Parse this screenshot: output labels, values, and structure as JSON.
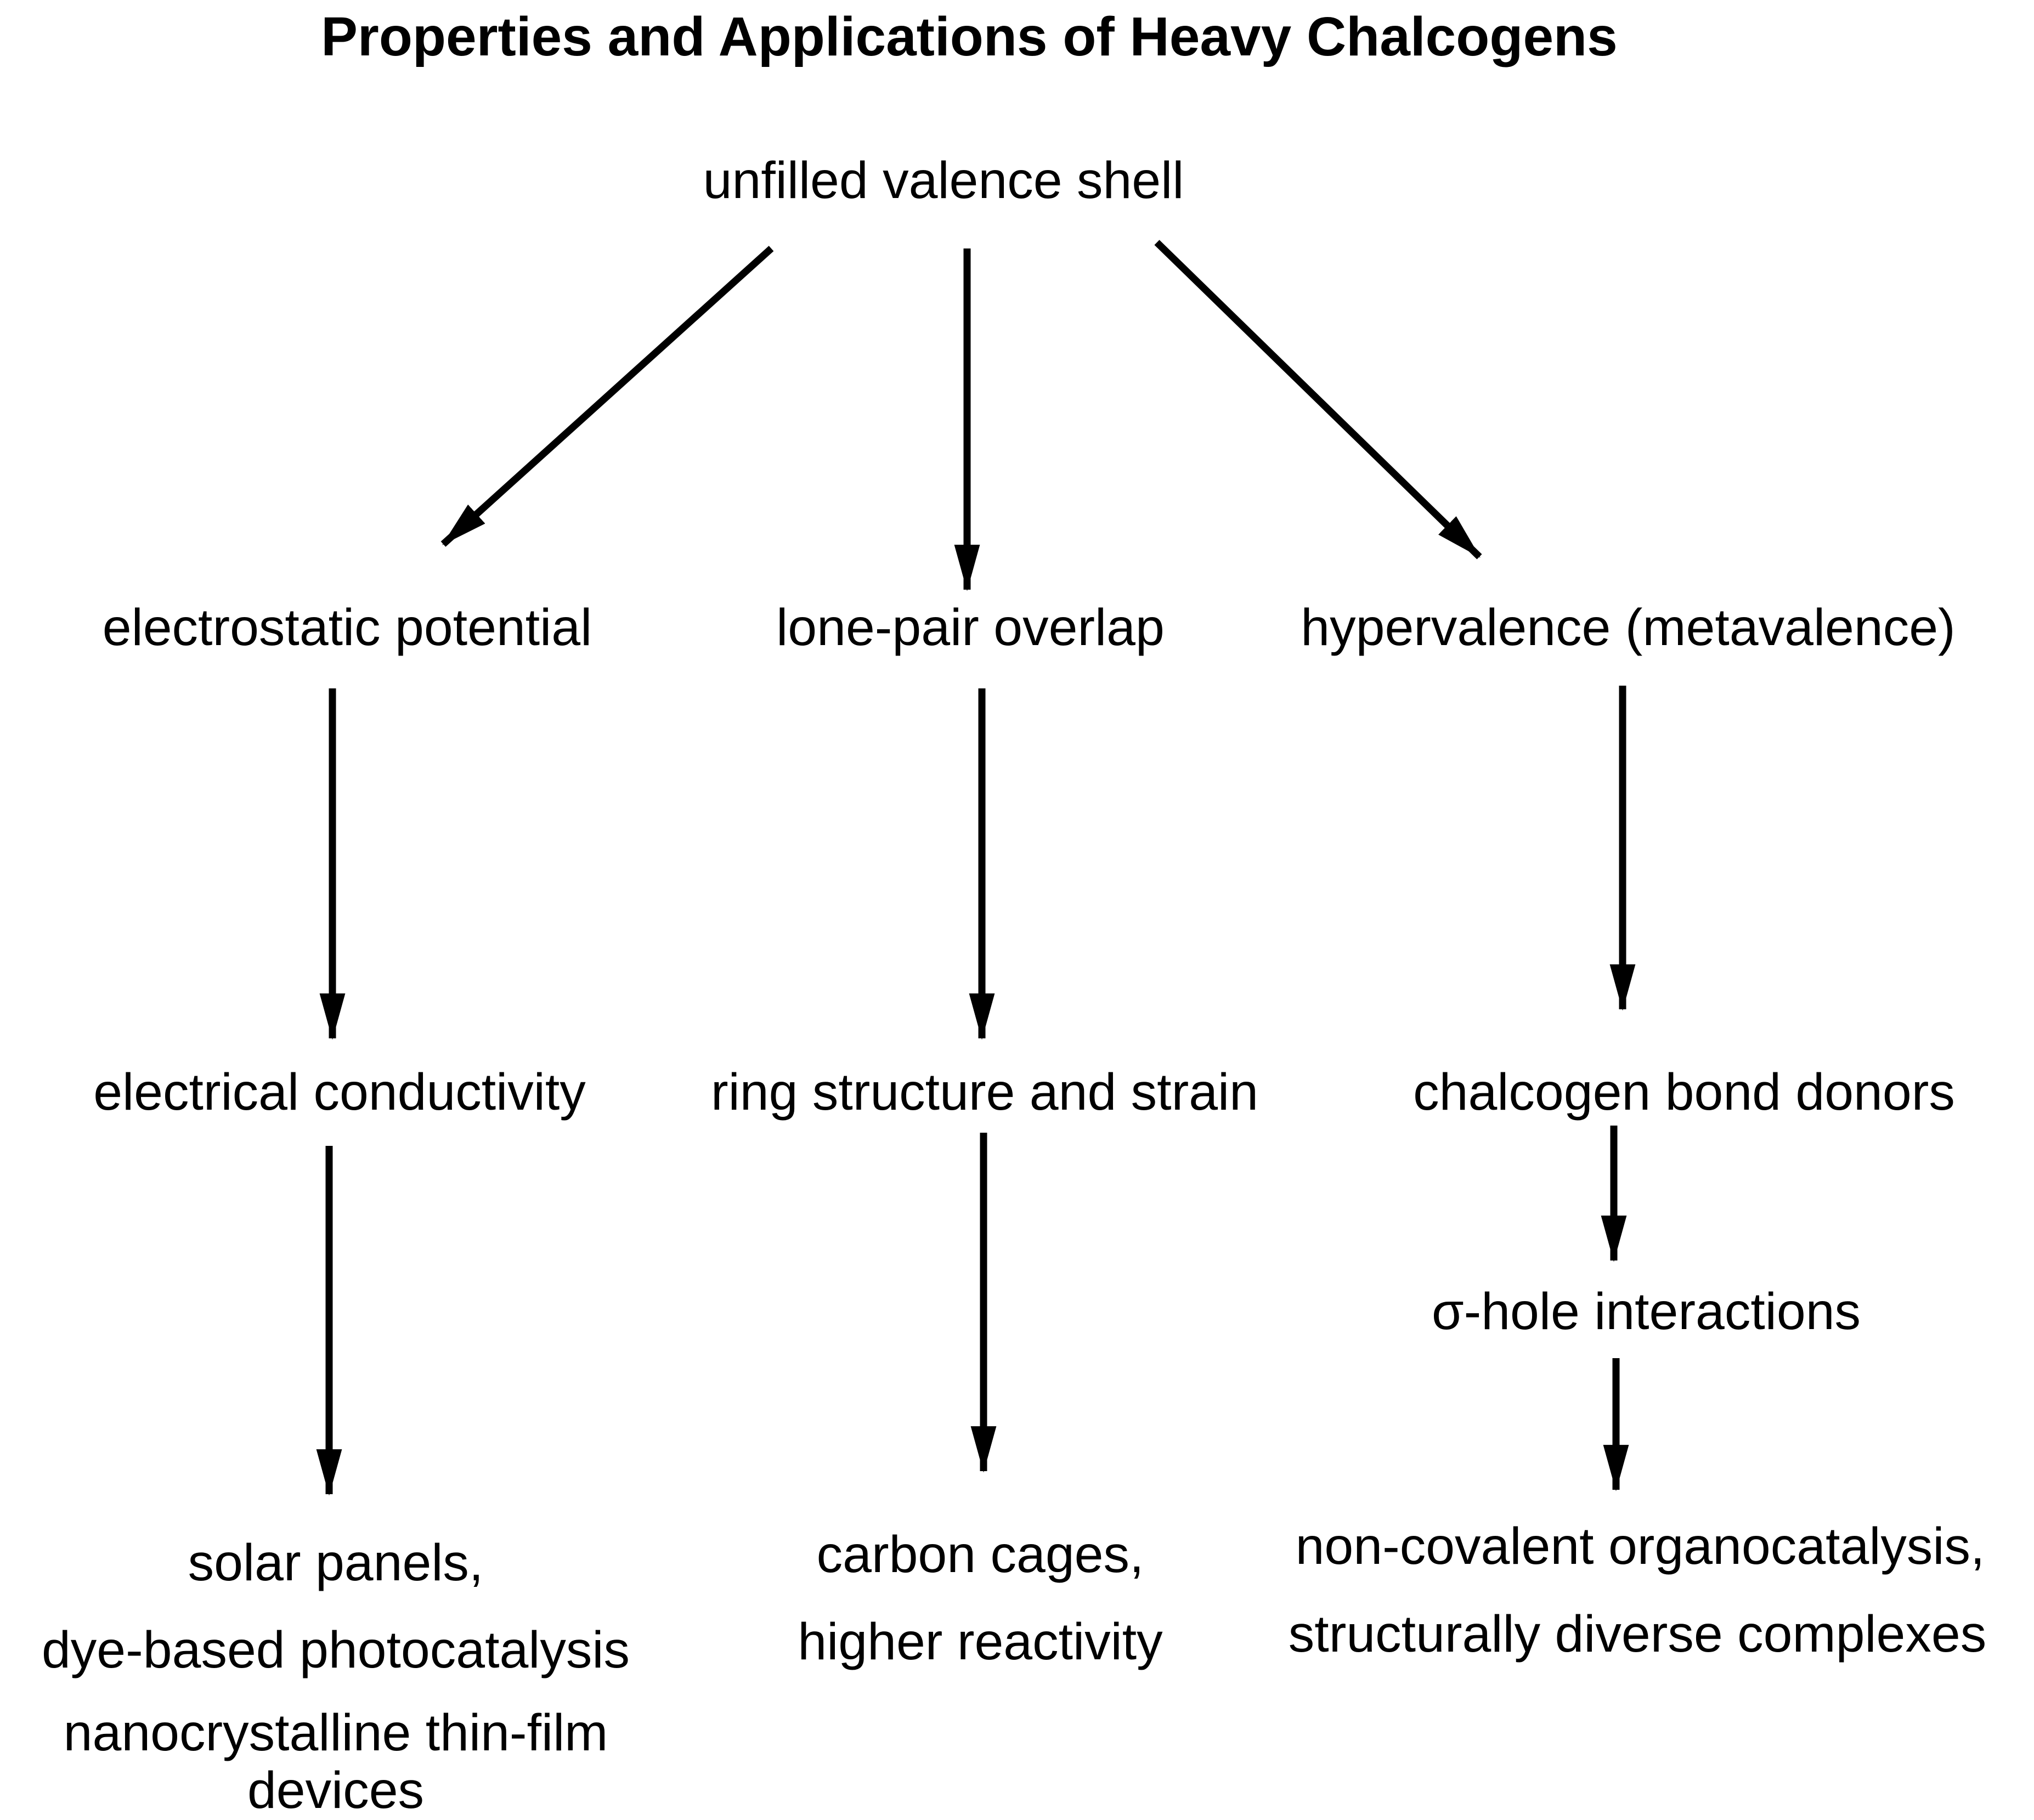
{
  "figure": {
    "title": "Properties and Applications of Heavy Chalcogens",
    "background_color": "#ffffff",
    "text_color": "#000000",
    "arrow_color": "#000000"
  },
  "nodes": {
    "root": "unfilled valence shell",
    "branch1": "electrostatic potential",
    "branch2": "lone-pair overlap",
    "branch3": "hypervalence (metavalence)",
    "level2_1": "electrical conductivity",
    "level2_2": "ring structure and strain",
    "level2_3": "chalcogen bond donors",
    "level3_3": "σ-hole interactions",
    "outcome1": {
      "lines": [
        "solar panels,",
        "dye-based photocatalysis",
        "nanocrystalline thin-film",
        "devices"
      ]
    },
    "outcome2": {
      "lines": [
        "carbon cages,",
        "higher reactivity"
      ]
    },
    "outcome3": {
      "lines": [
        "non-covalent organocatalysis,",
        "structurally diverse complexes"
      ]
    }
  },
  "edges": [
    {
      "from": "unfilled valence shell",
      "to": "electrostatic potential"
    },
    {
      "from": "unfilled valence shell",
      "to": "lone-pair overlap"
    },
    {
      "from": "unfilled valence shell",
      "to": "hypervalence (metavalence)"
    },
    {
      "from": "electrostatic potential",
      "to": "electrical conductivity"
    },
    {
      "from": "lone-pair overlap",
      "to": "ring structure and strain"
    },
    {
      "from": "hypervalence (metavalence)",
      "to": "chalcogen bond donors"
    },
    {
      "from": "electrical conductivity",
      "to": "solar panels, dye-based photocatalysis, nanocrystalline thin-film devices"
    },
    {
      "from": "ring structure and strain",
      "to": "carbon cages, higher reactivity"
    },
    {
      "from": "chalcogen bond donors",
      "to": "σ-hole interactions"
    },
    {
      "from": "σ-hole interactions",
      "to": "non-covalent organocatalysis, structurally diverse complexes"
    }
  ]
}
